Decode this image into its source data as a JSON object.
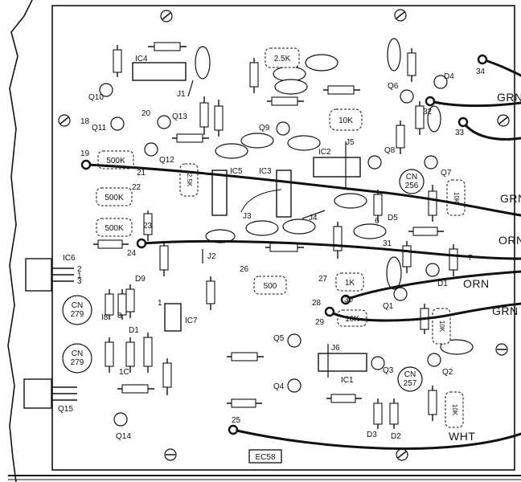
{
  "board": {
    "label": "EC58",
    "ic_labels": [
      "IC4",
      "IC5",
      "IC3",
      "IC2",
      "IC6",
      "IC7",
      "IC1"
    ],
    "transistors": [
      "Q10",
      "Q11",
      "Q12",
      "Q13",
      "Q9",
      "Q6",
      "Q8",
      "Q7",
      "Q1",
      "Q5",
      "Q4",
      "Q3",
      "Q2",
      "Q14",
      "Q15"
    ],
    "jumpers": [
      "J1",
      "J2",
      "J3",
      "J4",
      "J5",
      "J6"
    ],
    "diodes": [
      "D4",
      "D5",
      "D1",
      "D9",
      "D3",
      "D2",
      "D1"
    ],
    "components_misc": [
      "18",
      "20",
      "22",
      "8",
      "1C",
      "I8",
      "6",
      "7",
      "1",
      "2",
      "3",
      "1"
    ],
    "pots": [
      "2.5K",
      "10K",
      "500K",
      "500K",
      "500K",
      "2.5K",
      "10K",
      "500",
      "1K",
      "10K",
      "10K",
      "10K"
    ],
    "cn_parts": [
      {
        "top": "CN",
        "bottom": "256"
      },
      {
        "top": "CN",
        "bottom": "279"
      },
      {
        "top": "CN",
        "bottom": "279"
      },
      {
        "top": "CN",
        "bottom": "257"
      }
    ],
    "test_points": [
      "34",
      "32",
      "33",
      "19",
      "21",
      "23",
      "24",
      "26",
      "27",
      "28",
      "29",
      "30",
      "31",
      "25"
    ]
  },
  "wires": [
    {
      "label": "GRN"
    },
    {
      "label": "GRN"
    },
    {
      "label": "ORN"
    },
    {
      "label": "ORN"
    },
    {
      "label": "GRN"
    },
    {
      "label": "WHT"
    }
  ]
}
